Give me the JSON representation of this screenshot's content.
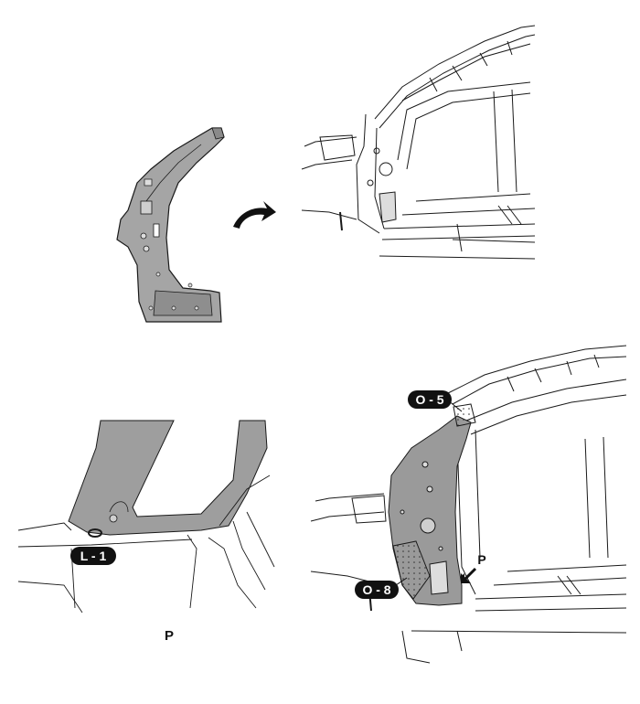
{
  "callouts": {
    "l1": "L - 1",
    "o5": "O - 5",
    "o8": "O - 8"
  },
  "view_marks": {
    "arrow_label": "P",
    "detail_caption": "P"
  },
  "colors": {
    "panel_fill": "#9a9a9a",
    "line": "#1a1a1a",
    "badge": "#111111",
    "background": "#ffffff"
  }
}
